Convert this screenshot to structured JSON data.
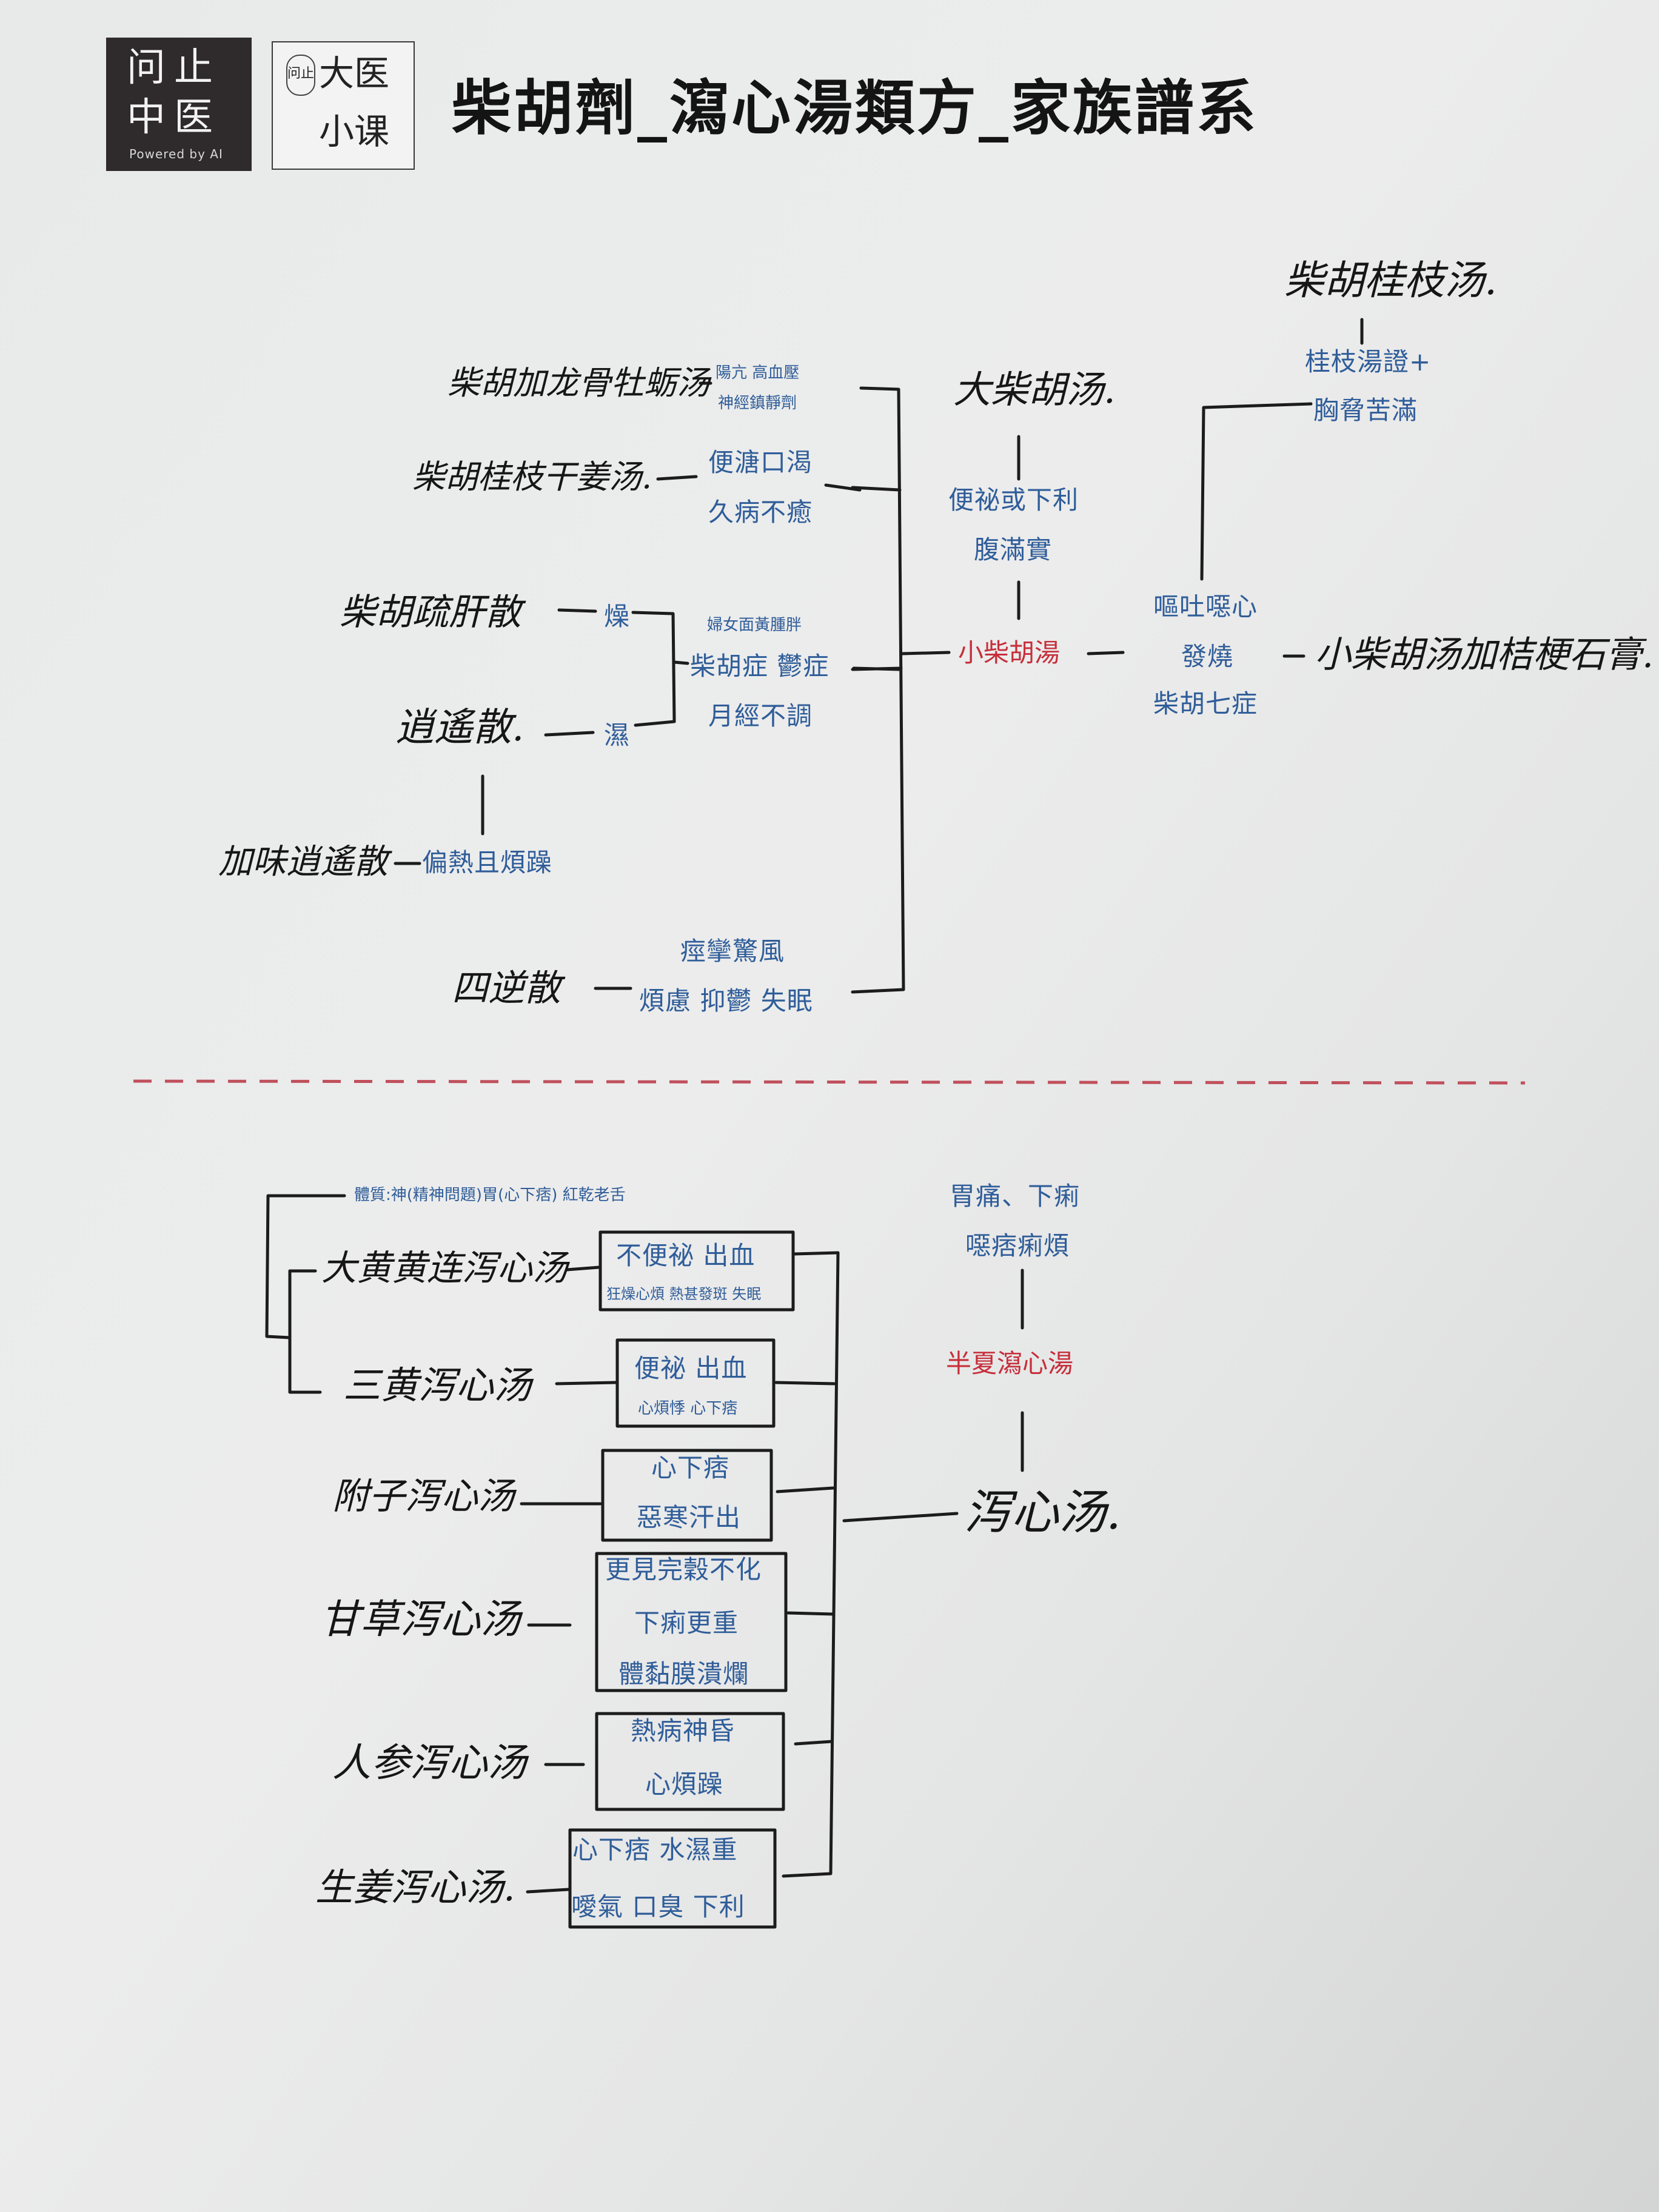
{
  "logo": {
    "dark_line1": "问止",
    "dark_line2": "中医",
    "dark_tagline": "Powered by AI",
    "seal": "问止",
    "light_line1": "大医",
    "light_line2": "小课"
  },
  "title": "柴胡劑_瀉心湯類方_家族譜系",
  "top": {
    "center_formula": "小柴胡湯",
    "da_chaihu": {
      "formula": "大柴胡汤.",
      "symptoms": [
        "便祕或下利",
        "腹滿實"
      ]
    },
    "right": {
      "symptoms": [
        "嘔吐噁心",
        "發燒",
        "柴胡七症"
      ],
      "guizhi_formula": "柴胡桂枝汤.",
      "guizhi_conditions": [
        "桂枝湯證+",
        "胸脅苦滿"
      ],
      "shigao_formula": "小柴胡汤加桔梗石膏."
    },
    "left": [
      {
        "formula": "柴胡加龙骨牡蛎汤",
        "notes": [
          "陽亢  高血壓",
          "神經鎮靜劑"
        ]
      },
      {
        "formula": "柴胡桂枝干姜汤.",
        "notes": [
          "便溏口渴",
          "久病不癒"
        ]
      },
      {
        "formula": "柴胡疏肝散",
        "tag": "燥"
      },
      {
        "formula": "逍遙散.",
        "tag": "濕"
      },
      {
        "formula": "加味逍遙散",
        "note": "偏熱且煩躁"
      },
      {
        "formula": "四逆散",
        "notes": [
          "痙攣驚風",
          "煩慮 抑鬱 失眠"
        ]
      }
    ],
    "shugan_xiaoyao_notes": [
      "婦女面黃腫胖",
      "柴胡症 鬱症",
      "月經不調"
    ]
  },
  "bottom": {
    "constitution": "體質:神(精神問題)胃(心下痞) 紅乾老舌",
    "banxia": {
      "formula": "半夏瀉心湯",
      "symptoms": [
        "胃痛、下痢",
        "噁痞痢煩"
      ]
    },
    "root": "泻心汤.",
    "items": [
      {
        "formula": "大黄黄连泻心汤",
        "box": [
          "不便祕  出血",
          "狂燥心煩 熱甚發斑 失眠"
        ]
      },
      {
        "formula": "三黄泻心汤",
        "box": [
          "便祕 出血",
          "心煩悸 心下痞"
        ]
      },
      {
        "formula": "附子泻心汤",
        "box": [
          "心下痞",
          "惡寒汗出"
        ]
      },
      {
        "formula": "甘草泻心汤",
        "box": [
          "更見完穀不化",
          "下痢更重",
          "體黏膜潰爛"
        ]
      },
      {
        "formula": "人参泻心汤",
        "box": [
          "熱病神昏",
          "心煩躁"
        ]
      },
      {
        "formula": "生姜泻心汤.",
        "box": [
          "心下痞 水濕重",
          "噯氣 口臭 下利"
        ]
      }
    ]
  },
  "colors": {
    "ink": "#161616",
    "blue_text": "#2f5d99",
    "red_text": "#c62f3b",
    "divider": "#c0505c"
  }
}
